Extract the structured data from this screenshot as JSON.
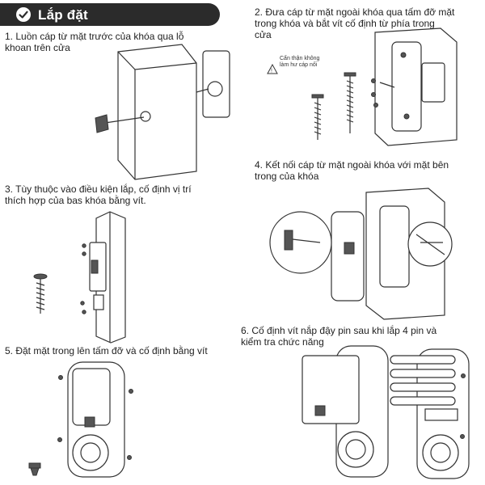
{
  "header": {
    "title": "Lắp đặt",
    "icon": "check-circle-icon"
  },
  "steps": {
    "s1": "1. Luồn cáp từ mặt trước của khóa qua lỗ\nkhoan trên cửa",
    "s2": "2. Đưa cáp từ mặt ngoài khóa qua tấm đỡ mặt\ntrong khóa và bắt vít cố định từ phía trong\ncửa",
    "s3": "3. Tùy thuộc vào điều kiện lắp, cố định vị trí\nthích hợp của bas khóa bằng vít.",
    "s4": "4. Kết nối cáp từ mặt ngoài khóa với mặt bên\ntrong của khóa",
    "s5": "5. Đặt mặt trong lên tấm đỡ và cố định bằng vít",
    "s6": "6. Cố định vít nắp đậy pin sau khi lắp 4 pin và\nkiểm tra chức năng"
  },
  "warning": {
    "text": "Cẩn thận không\nlàm hư cáp nối",
    "icon": "warning-triangle-icon"
  }
}
